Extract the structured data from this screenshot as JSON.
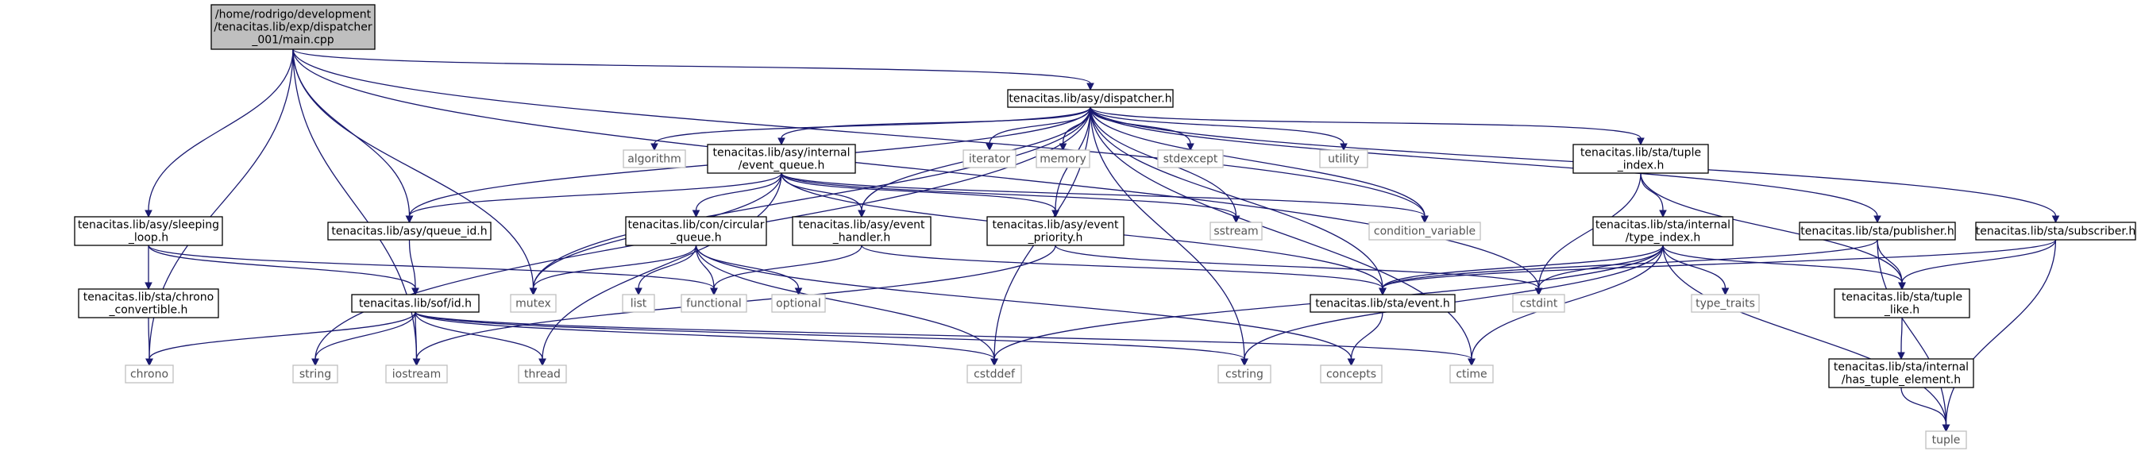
{
  "nodes": [
    {
      "id": "main",
      "kind": "root",
      "lines": [
        "/home/rodrigo/development",
        "/tenacitas.lib/exp/dispatcher",
        "_001/main.cpp"
      ]
    },
    {
      "id": "dispatcher",
      "kind": "header",
      "lines": [
        "tenacitas.lib/asy/dispatcher.h"
      ]
    },
    {
      "id": "algorithm",
      "kind": "system",
      "lines": [
        "algorithm"
      ]
    },
    {
      "id": "event_queue",
      "kind": "header",
      "lines": [
        "tenacitas.lib/asy/internal",
        "/event_queue.h"
      ]
    },
    {
      "id": "iterator",
      "kind": "system",
      "lines": [
        "iterator"
      ]
    },
    {
      "id": "memory",
      "kind": "system",
      "lines": [
        "memory"
      ]
    },
    {
      "id": "stdexcept",
      "kind": "system",
      "lines": [
        "stdexcept"
      ]
    },
    {
      "id": "utility",
      "kind": "system",
      "lines": [
        "utility"
      ]
    },
    {
      "id": "tuple_index",
      "kind": "header",
      "lines": [
        "tenacitas.lib/sta/tuple",
        "_index.h"
      ]
    },
    {
      "id": "sleeping_loop",
      "kind": "header",
      "lines": [
        "tenacitas.lib/asy/sleeping",
        "_loop.h"
      ]
    },
    {
      "id": "queue_id",
      "kind": "header",
      "lines": [
        "tenacitas.lib/asy/queue_id.h"
      ]
    },
    {
      "id": "circular_queue",
      "kind": "header",
      "lines": [
        "tenacitas.lib/con/circular",
        "_queue.h"
      ]
    },
    {
      "id": "event_handler",
      "kind": "header",
      "lines": [
        "tenacitas.lib/asy/event",
        "_handler.h"
      ]
    },
    {
      "id": "event_priority",
      "kind": "header",
      "lines": [
        "tenacitas.lib/asy/event",
        "_priority.h"
      ]
    },
    {
      "id": "sstream",
      "kind": "system",
      "lines": [
        "sstream"
      ]
    },
    {
      "id": "condition_variable",
      "kind": "system",
      "lines": [
        "condition_variable"
      ]
    },
    {
      "id": "type_index",
      "kind": "header",
      "lines": [
        "tenacitas.lib/sta/internal",
        "/type_index.h"
      ]
    },
    {
      "id": "publisher",
      "kind": "header",
      "lines": [
        "tenacitas.lib/sta/publisher.h"
      ]
    },
    {
      "id": "subscriber",
      "kind": "header",
      "lines": [
        "tenacitas.lib/sta/subscriber.h"
      ]
    },
    {
      "id": "chrono_convertible",
      "kind": "header",
      "lines": [
        "tenacitas.lib/sta/chrono",
        "_convertible.h"
      ]
    },
    {
      "id": "sof_id",
      "kind": "header",
      "lines": [
        "tenacitas.lib/sof/id.h"
      ]
    },
    {
      "id": "mutex",
      "kind": "system",
      "lines": [
        "mutex"
      ]
    },
    {
      "id": "list",
      "kind": "system",
      "lines": [
        "list"
      ]
    },
    {
      "id": "functional",
      "kind": "system",
      "lines": [
        "functional"
      ]
    },
    {
      "id": "optional",
      "kind": "system",
      "lines": [
        "optional"
      ]
    },
    {
      "id": "event",
      "kind": "header",
      "lines": [
        "tenacitas.lib/sta/event.h"
      ]
    },
    {
      "id": "cstdint",
      "kind": "system",
      "lines": [
        "cstdint"
      ]
    },
    {
      "id": "type_traits",
      "kind": "system",
      "lines": [
        "type_traits"
      ]
    },
    {
      "id": "tuple_like",
      "kind": "header",
      "lines": [
        "tenacitas.lib/sta/tuple",
        "_like.h"
      ]
    },
    {
      "id": "chrono",
      "kind": "system",
      "lines": [
        "chrono"
      ]
    },
    {
      "id": "string",
      "kind": "system",
      "lines": [
        "string"
      ]
    },
    {
      "id": "iostream",
      "kind": "system",
      "lines": [
        "iostream"
      ]
    },
    {
      "id": "thread",
      "kind": "system",
      "lines": [
        "thread"
      ]
    },
    {
      "id": "cstddef",
      "kind": "system",
      "lines": [
        "cstddef"
      ]
    },
    {
      "id": "cstring",
      "kind": "system",
      "lines": [
        "cstring"
      ]
    },
    {
      "id": "concepts",
      "kind": "system",
      "lines": [
        "concepts"
      ]
    },
    {
      "id": "ctime",
      "kind": "system",
      "lines": [
        "ctime"
      ]
    },
    {
      "id": "has_tuple_element",
      "kind": "header",
      "lines": [
        "tenacitas.lib/sta/internal",
        "/has_tuple_element.h"
      ]
    },
    {
      "id": "tuple",
      "kind": "system",
      "lines": [
        "tuple"
      ]
    }
  ],
  "edges": [
    [
      "main",
      "dispatcher"
    ],
    [
      "main",
      "sleeping_loop"
    ],
    [
      "main",
      "queue_id"
    ],
    [
      "main",
      "mutex"
    ],
    [
      "main",
      "chrono"
    ],
    [
      "main",
      "iostream"
    ],
    [
      "main",
      "condition_variable"
    ],
    [
      "main",
      "cstdint"
    ],
    [
      "dispatcher",
      "algorithm"
    ],
    [
      "dispatcher",
      "event_queue"
    ],
    [
      "dispatcher",
      "iterator"
    ],
    [
      "dispatcher",
      "memory"
    ],
    [
      "dispatcher",
      "stdexcept"
    ],
    [
      "dispatcher",
      "utility"
    ],
    [
      "dispatcher",
      "tuple_index"
    ],
    [
      "dispatcher",
      "publisher"
    ],
    [
      "dispatcher",
      "subscriber"
    ],
    [
      "dispatcher",
      "queue_id"
    ],
    [
      "dispatcher",
      "event_handler"
    ],
    [
      "dispatcher",
      "event_priority"
    ],
    [
      "dispatcher",
      "sstream"
    ],
    [
      "dispatcher",
      "string"
    ],
    [
      "dispatcher",
      "mutex"
    ],
    [
      "dispatcher",
      "cstring"
    ],
    [
      "dispatcher",
      "cstddef"
    ],
    [
      "dispatcher",
      "event"
    ],
    [
      "dispatcher",
      "ctime"
    ],
    [
      "dispatcher",
      "condition_variable"
    ],
    [
      "event_queue",
      "queue_id"
    ],
    [
      "event_queue",
      "circular_queue"
    ],
    [
      "event_queue",
      "event_handler"
    ],
    [
      "event_queue",
      "event_priority"
    ],
    [
      "event_queue",
      "mutex"
    ],
    [
      "event_queue",
      "thread"
    ],
    [
      "event_queue",
      "sstream"
    ],
    [
      "event_queue",
      "condition_variable"
    ],
    [
      "event_queue",
      "event"
    ],
    [
      "sleeping_loop",
      "chrono_convertible"
    ],
    [
      "sleeping_loop",
      "sof_id"
    ],
    [
      "sleeping_loop",
      "functional"
    ],
    [
      "queue_id",
      "sof_id"
    ],
    [
      "circular_queue",
      "mutex"
    ],
    [
      "circular_queue",
      "list"
    ],
    [
      "circular_queue",
      "functional"
    ],
    [
      "circular_queue",
      "optional"
    ],
    [
      "circular_queue",
      "cstddef"
    ],
    [
      "circular_queue",
      "concepts"
    ],
    [
      "event_handler",
      "functional"
    ],
    [
      "event_handler",
      "event"
    ],
    [
      "event_priority",
      "cstdint"
    ],
    [
      "event_priority",
      "iostream"
    ],
    [
      "tuple_index",
      "type_index"
    ],
    [
      "tuple_index",
      "cstdint"
    ],
    [
      "tuple_index",
      "tuple_like"
    ],
    [
      "type_index",
      "event"
    ],
    [
      "type_index",
      "cstdint"
    ],
    [
      "type_index",
      "type_traits"
    ],
    [
      "type_index",
      "tuple_like"
    ],
    [
      "type_index",
      "cstddef"
    ],
    [
      "type_index",
      "cstring"
    ],
    [
      "type_index",
      "ctime"
    ],
    [
      "type_index",
      "tuple"
    ],
    [
      "publisher",
      "event"
    ],
    [
      "publisher",
      "tuple_like"
    ],
    [
      "publisher",
      "tuple"
    ],
    [
      "subscriber",
      "event"
    ],
    [
      "subscriber",
      "tuple_like"
    ],
    [
      "subscriber",
      "tuple"
    ],
    [
      "chrono_convertible",
      "chrono"
    ],
    [
      "sof_id",
      "chrono"
    ],
    [
      "sof_id",
      "string"
    ],
    [
      "sof_id",
      "iostream"
    ],
    [
      "sof_id",
      "thread"
    ],
    [
      "sof_id",
      "cstddef"
    ],
    [
      "sof_id",
      "cstring"
    ],
    [
      "sof_id",
      "ctime"
    ],
    [
      "event",
      "concepts"
    ],
    [
      "tuple_like",
      "has_tuple_element"
    ],
    [
      "has_tuple_element",
      "tuple"
    ]
  ]
}
